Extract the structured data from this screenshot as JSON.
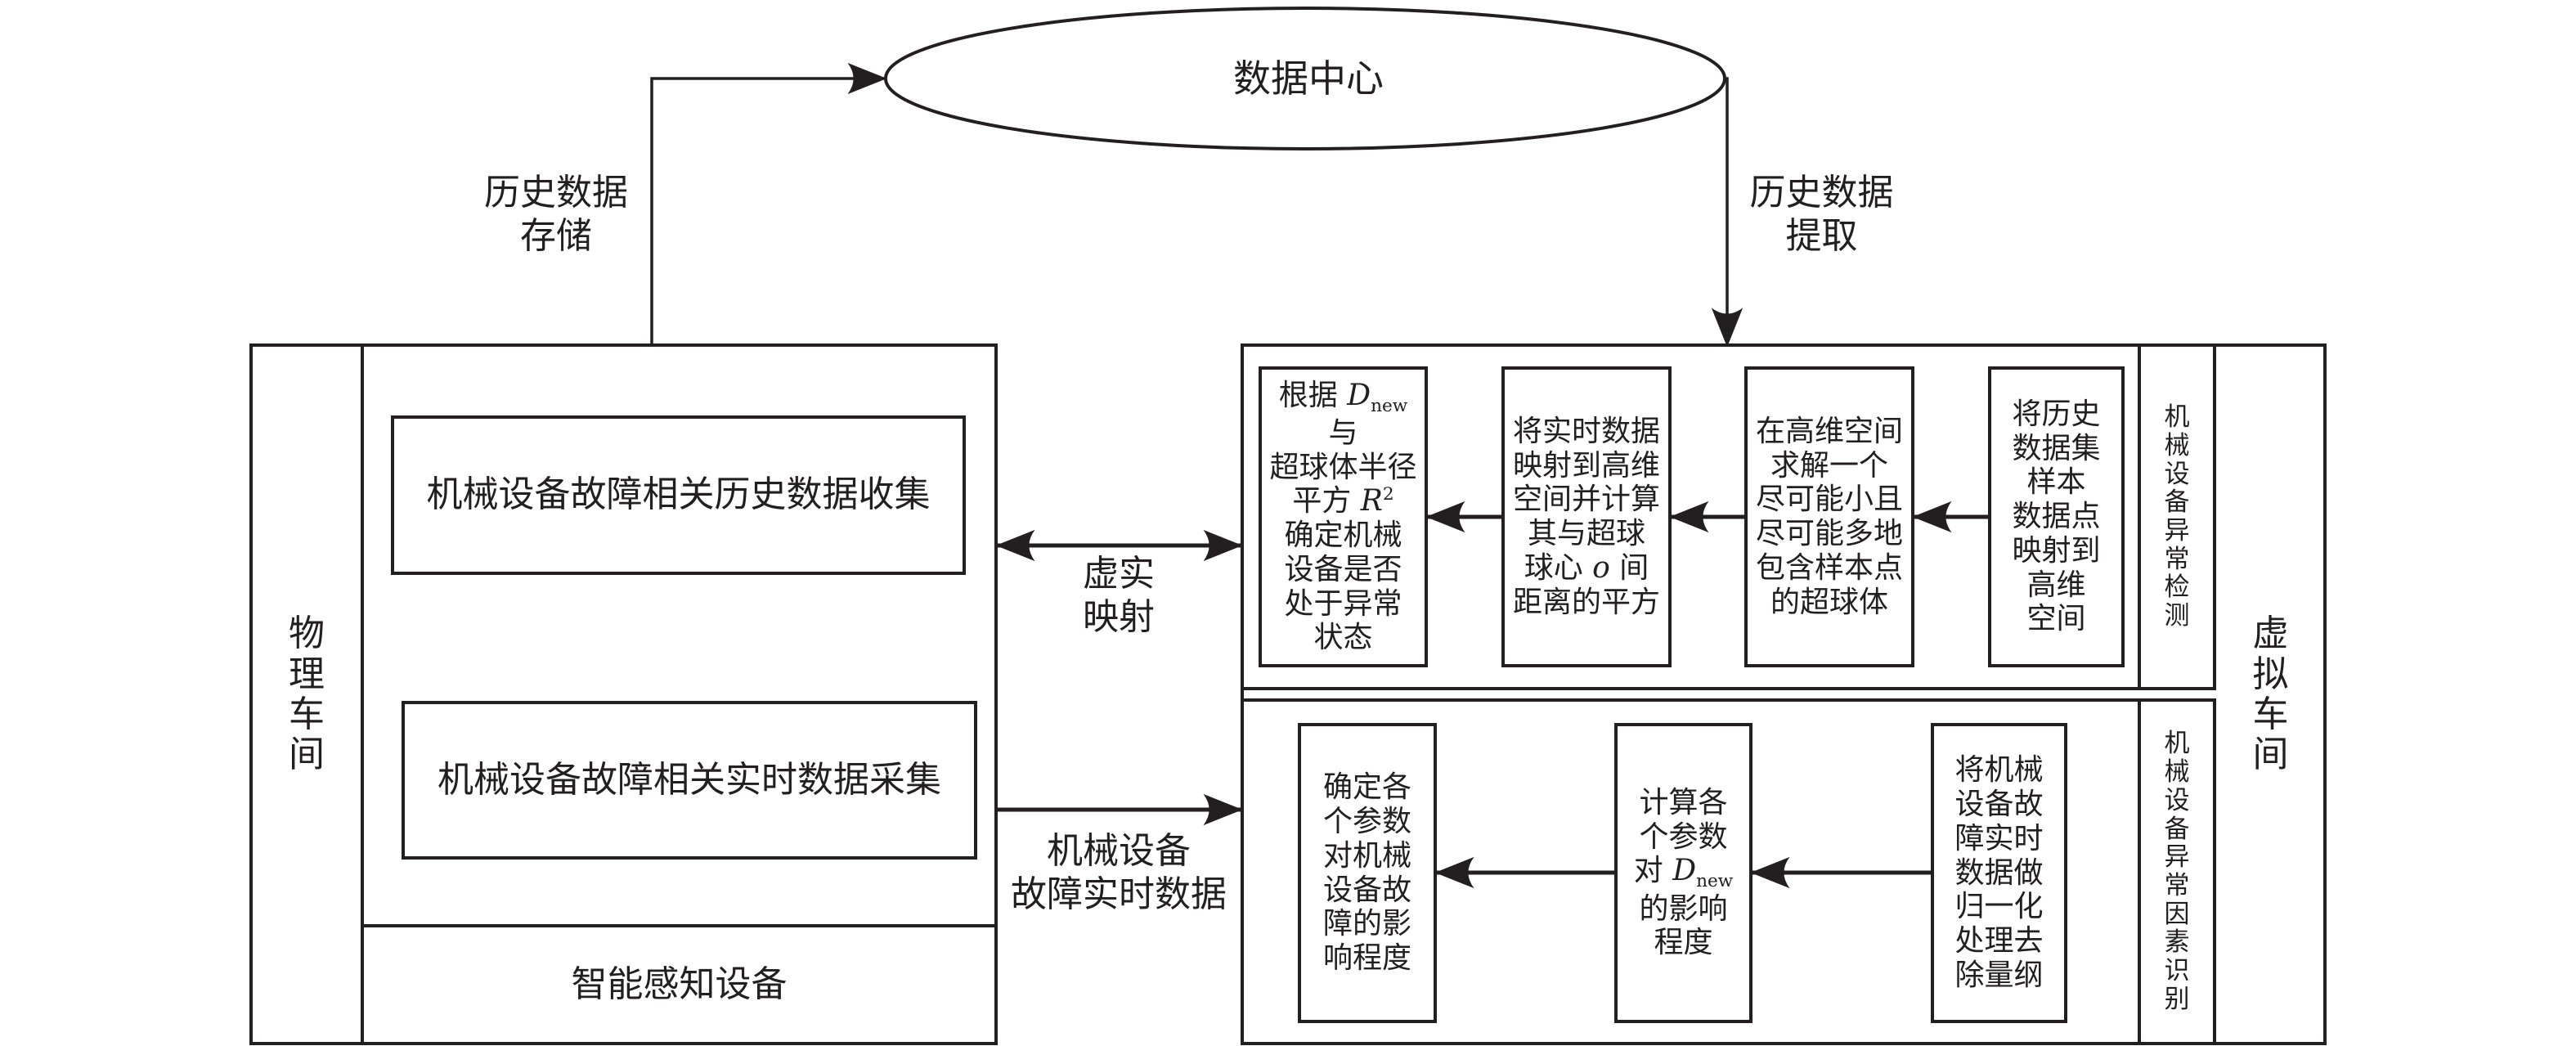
{
  "data_center": {
    "label": "数据中心"
  },
  "edges": {
    "history_storage": "历史数据\n存储",
    "history_extract": "历史数据\n提取",
    "virtual_real_mapping": "虚实\n映射",
    "realtime_data": "机械设备\n故障实时数据"
  },
  "physical_workshop": {
    "title_chars": [
      "物",
      "理",
      "车",
      "间"
    ],
    "history_collection": "机械设备故障相关历史数据收集",
    "realtime_collection": "机械设备故障相关实时数据采集",
    "smart_sensing": "智能感知设备"
  },
  "virtual_workshop": {
    "title_chars": [
      "虚",
      "拟",
      "车",
      "间"
    ],
    "anomaly_detection": {
      "label_chars": [
        "机",
        "械",
        "设",
        "备",
        "异",
        "常",
        "检",
        "测"
      ],
      "steps": [
        {
          "id": "map-history",
          "lines": [
            "将历史",
            "数据集",
            "样本",
            "数据点",
            "映射到",
            "高维",
            "空间"
          ]
        },
        {
          "id": "solve-hypersphere",
          "lines": [
            "在高维空间",
            "求解一个",
            "尽可能小且",
            "尽可能多地",
            "包含样本点",
            "的超球体"
          ]
        },
        {
          "id": "map-realtime",
          "lines": [
            "将实时数据",
            "映射到高维",
            "空间并计算",
            "其与超球",
            "球心 o 间",
            "距离的平方"
          ]
        },
        {
          "id": "judge-state",
          "lines": [
            "根据 Dnew与",
            "超球体半径",
            "平方 R²",
            "确定机械",
            "设备是否",
            "处于异常",
            "状态"
          ]
        }
      ]
    },
    "factor_identification": {
      "label_chars": [
        "机",
        "械",
        "设",
        "备",
        "异",
        "常",
        "因",
        "素",
        "识",
        "别"
      ],
      "steps": [
        {
          "id": "normalize",
          "lines": [
            "将机械",
            "设备故",
            "障实时",
            "数据做",
            "归一化",
            "处理去",
            "除量纲"
          ]
        },
        {
          "id": "calc-influence",
          "lines": [
            "计算各",
            "个参数",
            "对 Dnew",
            "的影响",
            "程度"
          ]
        },
        {
          "id": "determine-influence",
          "lines": [
            "确定各",
            "个参数",
            "对机械",
            "设备故",
            "障的影",
            "响程度"
          ]
        }
      ]
    }
  },
  "colors": {
    "stroke": "#231f20",
    "background": "#ffffff"
  }
}
